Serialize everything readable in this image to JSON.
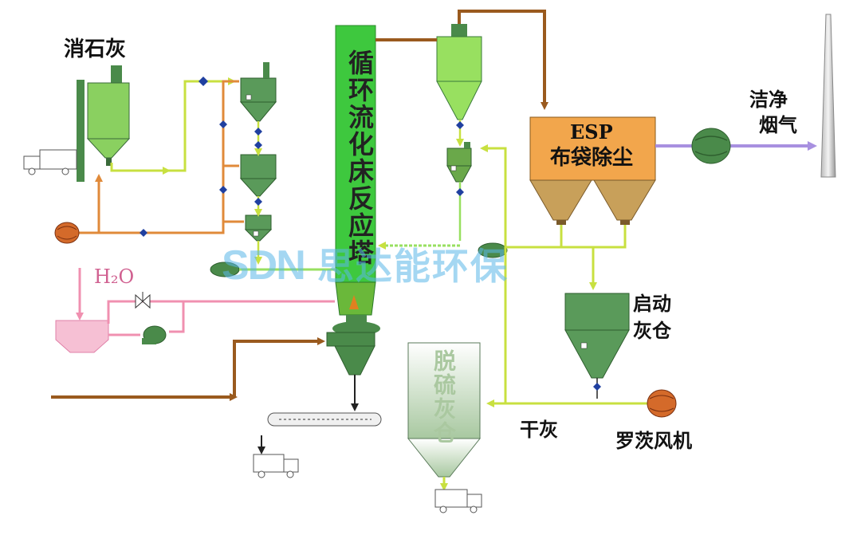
{
  "labels": {
    "slaked_lime": "消石灰",
    "h2o": "H₂O",
    "cfb_tower": "循环流化床反应塔",
    "esp_title": "ESP",
    "esp_subtitle": "布袋除尘",
    "clean_flue_gas_line1": "洁净",
    "clean_flue_gas_line2": "烟气",
    "startup_ash_bin_line1": "启动",
    "startup_ash_bin_line2": "灰仓",
    "desulfurization_ash_bin": "脱硫灰仓",
    "dry_ash": "干灰",
    "roots_blower": "罗茨风机",
    "watermark": "思达能环保"
  },
  "colors": {
    "reactor_green": "#3ec83e",
    "equipment_green": "#4a8a4a",
    "light_green": "#98e060",
    "flue_brown": "#9a5a1e",
    "lime_line": "#c8e040",
    "orange_line": "#e08a3a",
    "pink_water": "#f090b0",
    "purple_gas": "#a890e0",
    "esp_orange": "#f2a64c",
    "watermark_blue": "#5bb8e8"
  }
}
